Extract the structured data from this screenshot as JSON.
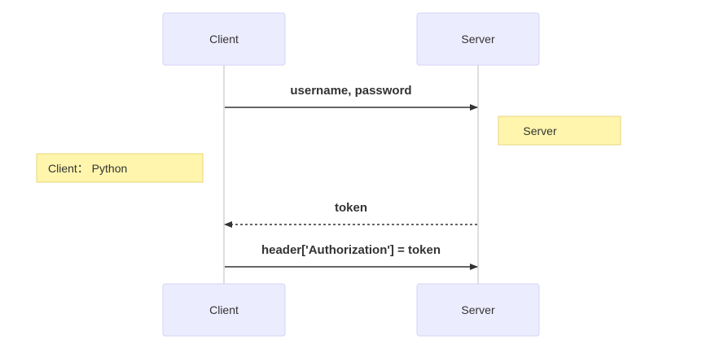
{
  "participants": [
    {
      "id": "client",
      "label": "Client"
    },
    {
      "id": "server",
      "label": "Server"
    }
  ],
  "messages": [
    {
      "from": "client",
      "to": "server",
      "label": "username, password",
      "style": "solid"
    },
    {
      "from": "server",
      "to": "client",
      "label": "token",
      "style": "dotted"
    },
    {
      "from": "client",
      "to": "server",
      "label": "header['Authorization'] = token",
      "style": "solid"
    }
  ],
  "notes": [
    {
      "position": "right of server",
      "label": "Server"
    },
    {
      "position": "left of client",
      "label": "Client： Python"
    }
  ],
  "colors": {
    "actor_fill": "#ececff",
    "actor_border": "#d6d3f5",
    "note_fill": "#fff5ad",
    "note_border": "#e6d77a",
    "line": "#333333",
    "lifeline": "#d4d4d4",
    "text": "#333333"
  }
}
